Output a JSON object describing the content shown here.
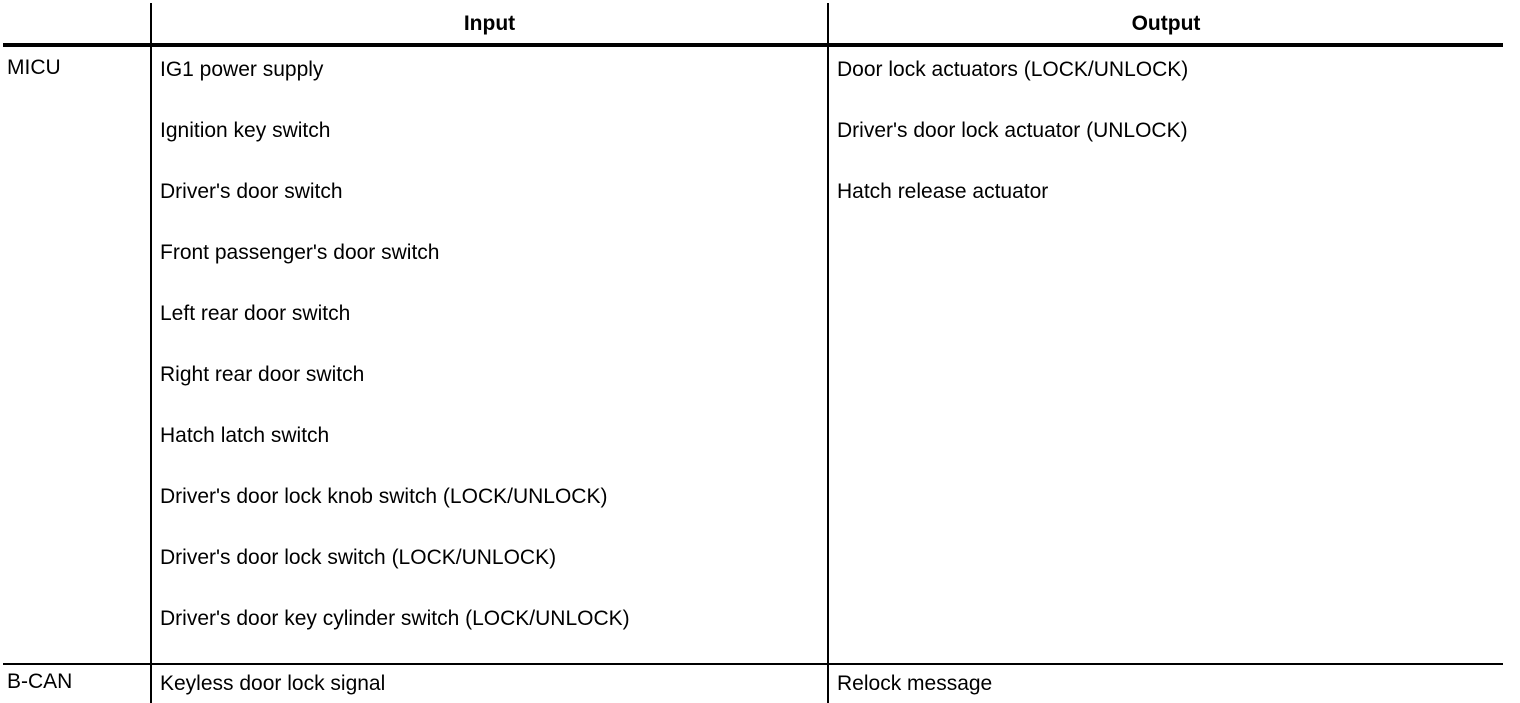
{
  "table": {
    "columns": {
      "ecu_header": "",
      "input_header": "Input",
      "output_header": "Output"
    },
    "rows": [
      {
        "ecu": "MICU",
        "inputs": [
          "IG1 power supply",
          "Ignition key switch",
          "Driver's door switch",
          "Front passenger's door switch",
          "Left rear door switch",
          "Right rear door switch",
          "Hatch latch switch",
          "Driver's door lock knob switch (LOCK/UNLOCK)",
          "Driver's door lock switch (LOCK/UNLOCK)",
          "Driver's door key cylinder switch (LOCK/UNLOCK)"
        ],
        "outputs": [
          "Door lock actuators (LOCK/UNLOCK)",
          "Driver's door lock actuator (UNLOCK)",
          "Hatch release actuator"
        ]
      },
      {
        "ecu": "B-CAN",
        "inputs": [
          "Keyless door lock signal"
        ],
        "outputs": [
          "Relock message"
        ]
      }
    ]
  },
  "colors": {
    "border": "#000000",
    "text": "#000000",
    "background": "#ffffff"
  }
}
